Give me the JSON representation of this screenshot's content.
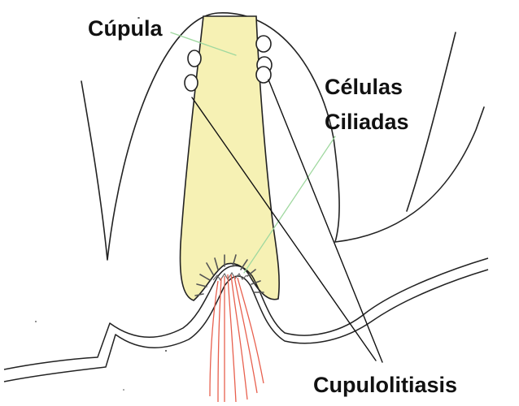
{
  "labels": {
    "cupula": "Cúpula",
    "celulas": "Células",
    "ciliadas": "Ciliadas",
    "cupulolitiasis": "Cupulolitiasis"
  },
  "colors": {
    "cupula_fill": "#f6f1b4",
    "nerve_fibers": "#e8604e",
    "pointer_green": "#9fd89f",
    "outline": "#222222"
  },
  "otoconia_count": 5
}
